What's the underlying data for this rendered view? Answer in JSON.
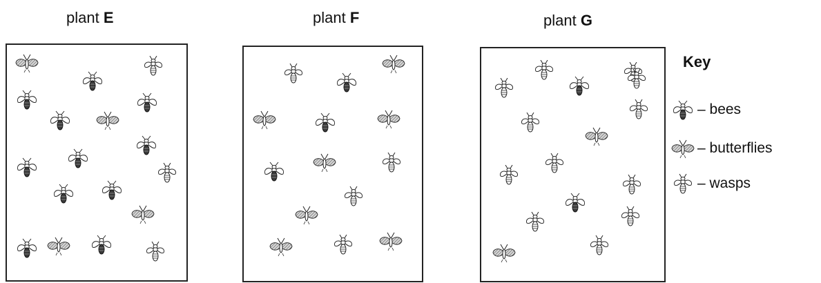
{
  "plants": [
    {
      "prefix": "plant ",
      "letter": "E",
      "insects": [
        "butterfly",
        "wasp",
        "bee",
        "bee",
        "bee",
        "bee",
        "butterfly",
        "bee",
        "bee",
        "bee",
        "wasp",
        "bee",
        "bee",
        "butterfly",
        "bee",
        "butterfly",
        "bee",
        "wasp"
      ]
    },
    {
      "prefix": "plant ",
      "letter": "F",
      "insects": [
        "wasp",
        "butterfly",
        "bee",
        "butterfly",
        "bee",
        "butterfly",
        "bee",
        "butterfly",
        "wasp",
        "wasp",
        "butterfly",
        "butterfly",
        "wasp",
        "butterfly"
      ]
    },
    {
      "prefix": "plant ",
      "letter": "G",
      "insects": [
        "wasp",
        "wasp",
        "bee",
        "wasp",
        "wasp",
        "wasp",
        "butterfly",
        "wasp",
        "wasp",
        "wasp",
        "bee",
        "wasp",
        "wasp",
        "butterfly",
        "wasp",
        "wasp"
      ]
    }
  ],
  "key": {
    "title": "Key",
    "items": [
      {
        "type": "bee",
        "label": "– bees"
      },
      {
        "type": "butterfly",
        "label": "– butterflies"
      },
      {
        "type": "wasp",
        "label": "– wasps"
      }
    ]
  }
}
